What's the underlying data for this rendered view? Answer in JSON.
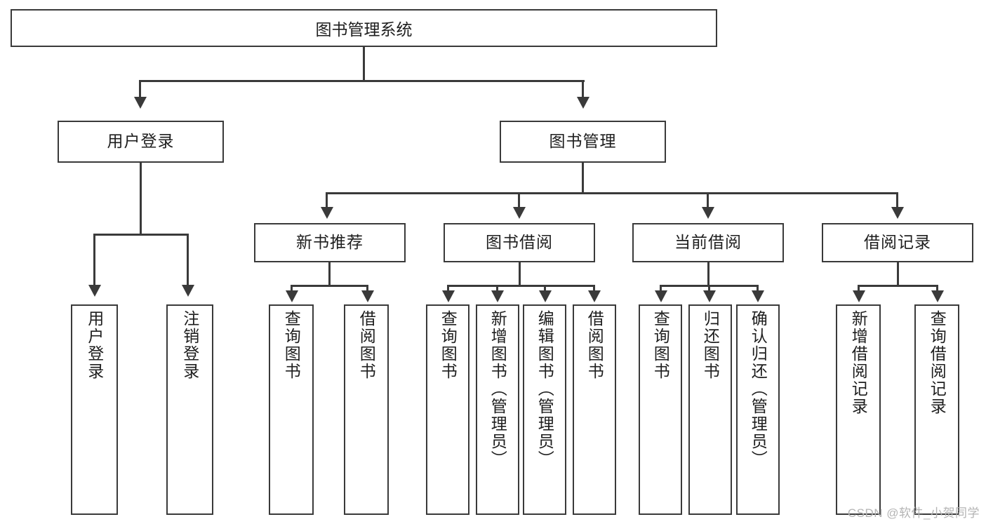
{
  "diagram": {
    "type": "tree",
    "title": "图书管理系统",
    "orientation": "top-down",
    "background_color": "#ffffff",
    "border_color": "#3a3a3a",
    "text_color": "#1e1e1e",
    "watermark": "CSDN @软件_小贺同学",
    "watermark_color": "#b4b4b4"
  },
  "root": {
    "label": "图书管理系统"
  },
  "level2": [
    {
      "id": "user-login",
      "label": "用户登录"
    },
    {
      "id": "book-management",
      "label": "图书管理"
    }
  ],
  "level3": [
    {
      "id": "new-book-recommend",
      "label": "新书推荐",
      "parent": "book-management"
    },
    {
      "id": "book-borrow",
      "label": "图书借阅",
      "parent": "book-management"
    },
    {
      "id": "current-borrow",
      "label": "当前借阅",
      "parent": "book-management"
    },
    {
      "id": "borrow-record",
      "label": "借阅记录",
      "parent": "book-management"
    }
  ],
  "leaves": [
    {
      "id": "leaf-user-login",
      "label": "用户登录",
      "parent": "user-login"
    },
    {
      "id": "leaf-logout-login",
      "label": "注销登录",
      "parent": "user-login"
    },
    {
      "id": "leaf-query-book-1",
      "label": "查询图书",
      "parent": "new-book-recommend"
    },
    {
      "id": "leaf-borrow-book-1",
      "label": "借阅图书",
      "parent": "new-book-recommend"
    },
    {
      "id": "leaf-query-book-2",
      "label": "查询图书",
      "parent": "book-borrow"
    },
    {
      "id": "leaf-add-book",
      "label": "新增图书（管理员）",
      "parent": "book-borrow"
    },
    {
      "id": "leaf-edit-book",
      "label": "编辑图书（管理员）",
      "parent": "book-borrow"
    },
    {
      "id": "leaf-borrow-book-2",
      "label": "借阅图书",
      "parent": "book-borrow"
    },
    {
      "id": "leaf-query-book-3",
      "label": "查询图书",
      "parent": "current-borrow"
    },
    {
      "id": "leaf-return-book",
      "label": "归还图书",
      "parent": "current-borrow"
    },
    {
      "id": "leaf-confirm-return",
      "label": "确认归还（管理员）",
      "parent": "current-borrow"
    },
    {
      "id": "leaf-add-record",
      "label": "新增借阅记录",
      "parent": "borrow-record"
    },
    {
      "id": "leaf-query-record",
      "label": "查询借阅记录",
      "parent": "borrow-record"
    }
  ]
}
